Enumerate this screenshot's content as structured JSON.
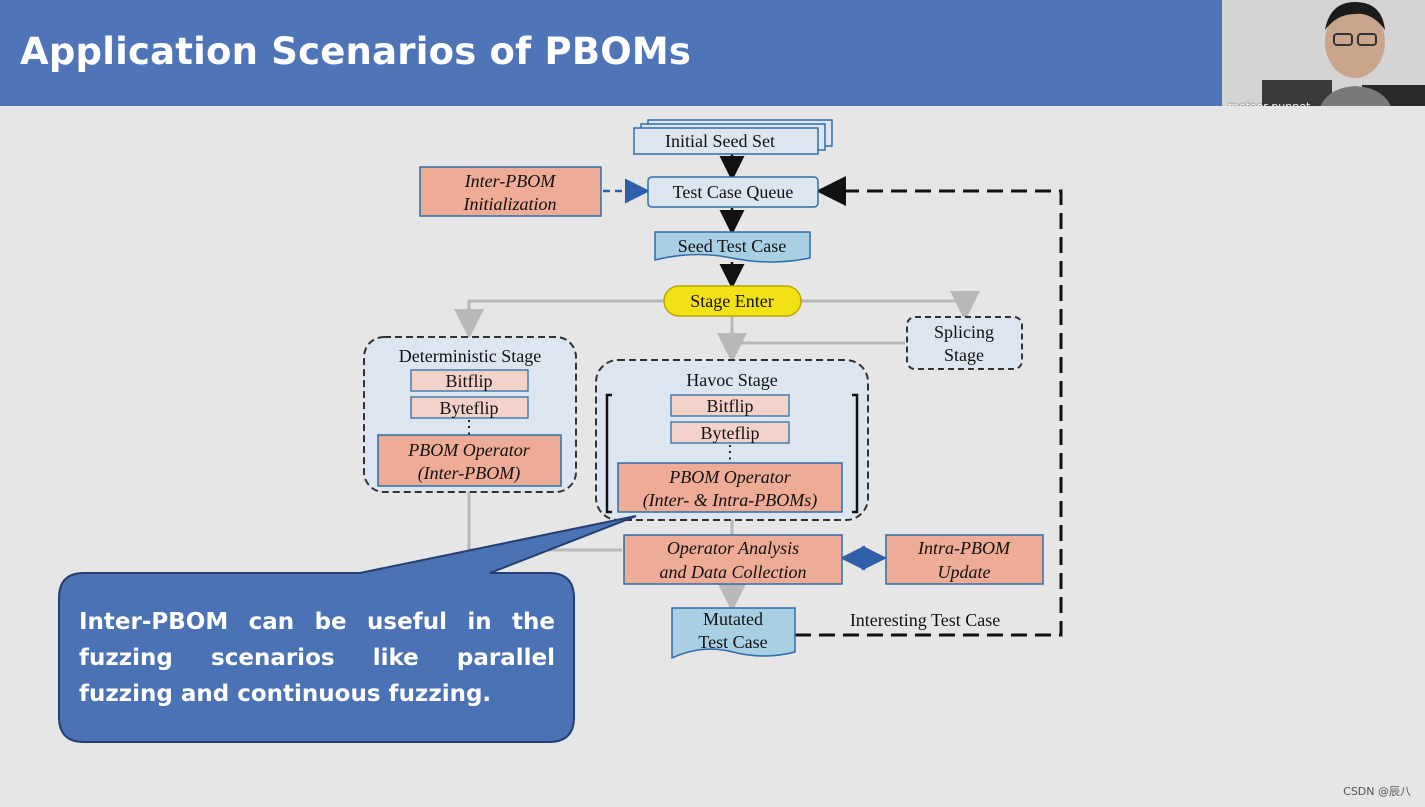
{
  "slide": {
    "title": "Application Scenarios of PBOMs"
  },
  "webcam": {
    "participant_name": "meteor puppet"
  },
  "diagram": {
    "initial_seed_set": "Initial Seed Set",
    "test_case_queue": "Test Case Queue",
    "inter_pbom_init_line1": "Inter-PBOM",
    "inter_pbom_init_line2": "Initialization",
    "seed_test_case": "Seed Test Case",
    "stage_enter": "Stage Enter",
    "splicing_line1": "Splicing",
    "splicing_line2": "Stage",
    "deterministic_stage": "Deterministic Stage",
    "det_bitflip": "Bitflip",
    "det_byteflip": "Byteflip",
    "det_ellipsis": "⋮",
    "det_pbom_line1": "PBOM Operator",
    "det_pbom_line2": "(Inter-PBOM)",
    "havoc_stage": "Havoc Stage",
    "hav_bitflip": "Bitflip",
    "hav_byteflip": "Byteflip",
    "hav_ellipsis": "⋮",
    "hav_pbom_line1": "PBOM Operator",
    "hav_pbom_line2": "(Inter- & Intra-PBOMs)",
    "op_analysis_line1": "Operator Analysis",
    "op_analysis_line2": "and Data Collection",
    "intra_update_line1": "Intra-PBOM",
    "intra_update_line2": "Update",
    "mutated_line1": "Mutated",
    "mutated_line2": "Test Case",
    "interesting": "Interesting Test Case"
  },
  "callout": {
    "text": "Inter-PBOM can be useful in the fuzzing scenarios like parallel fuzzing and continuous fuzzing."
  },
  "watermark": "CSDN @辰八",
  "colors": {
    "header": "#4f74b8",
    "callout": "#4a72b4",
    "salmon_box": "#eeab95",
    "light_blue_box": "#a9cfe3",
    "pale_blue_box": "#dde6f0",
    "stage_enter": "#f2e114"
  }
}
